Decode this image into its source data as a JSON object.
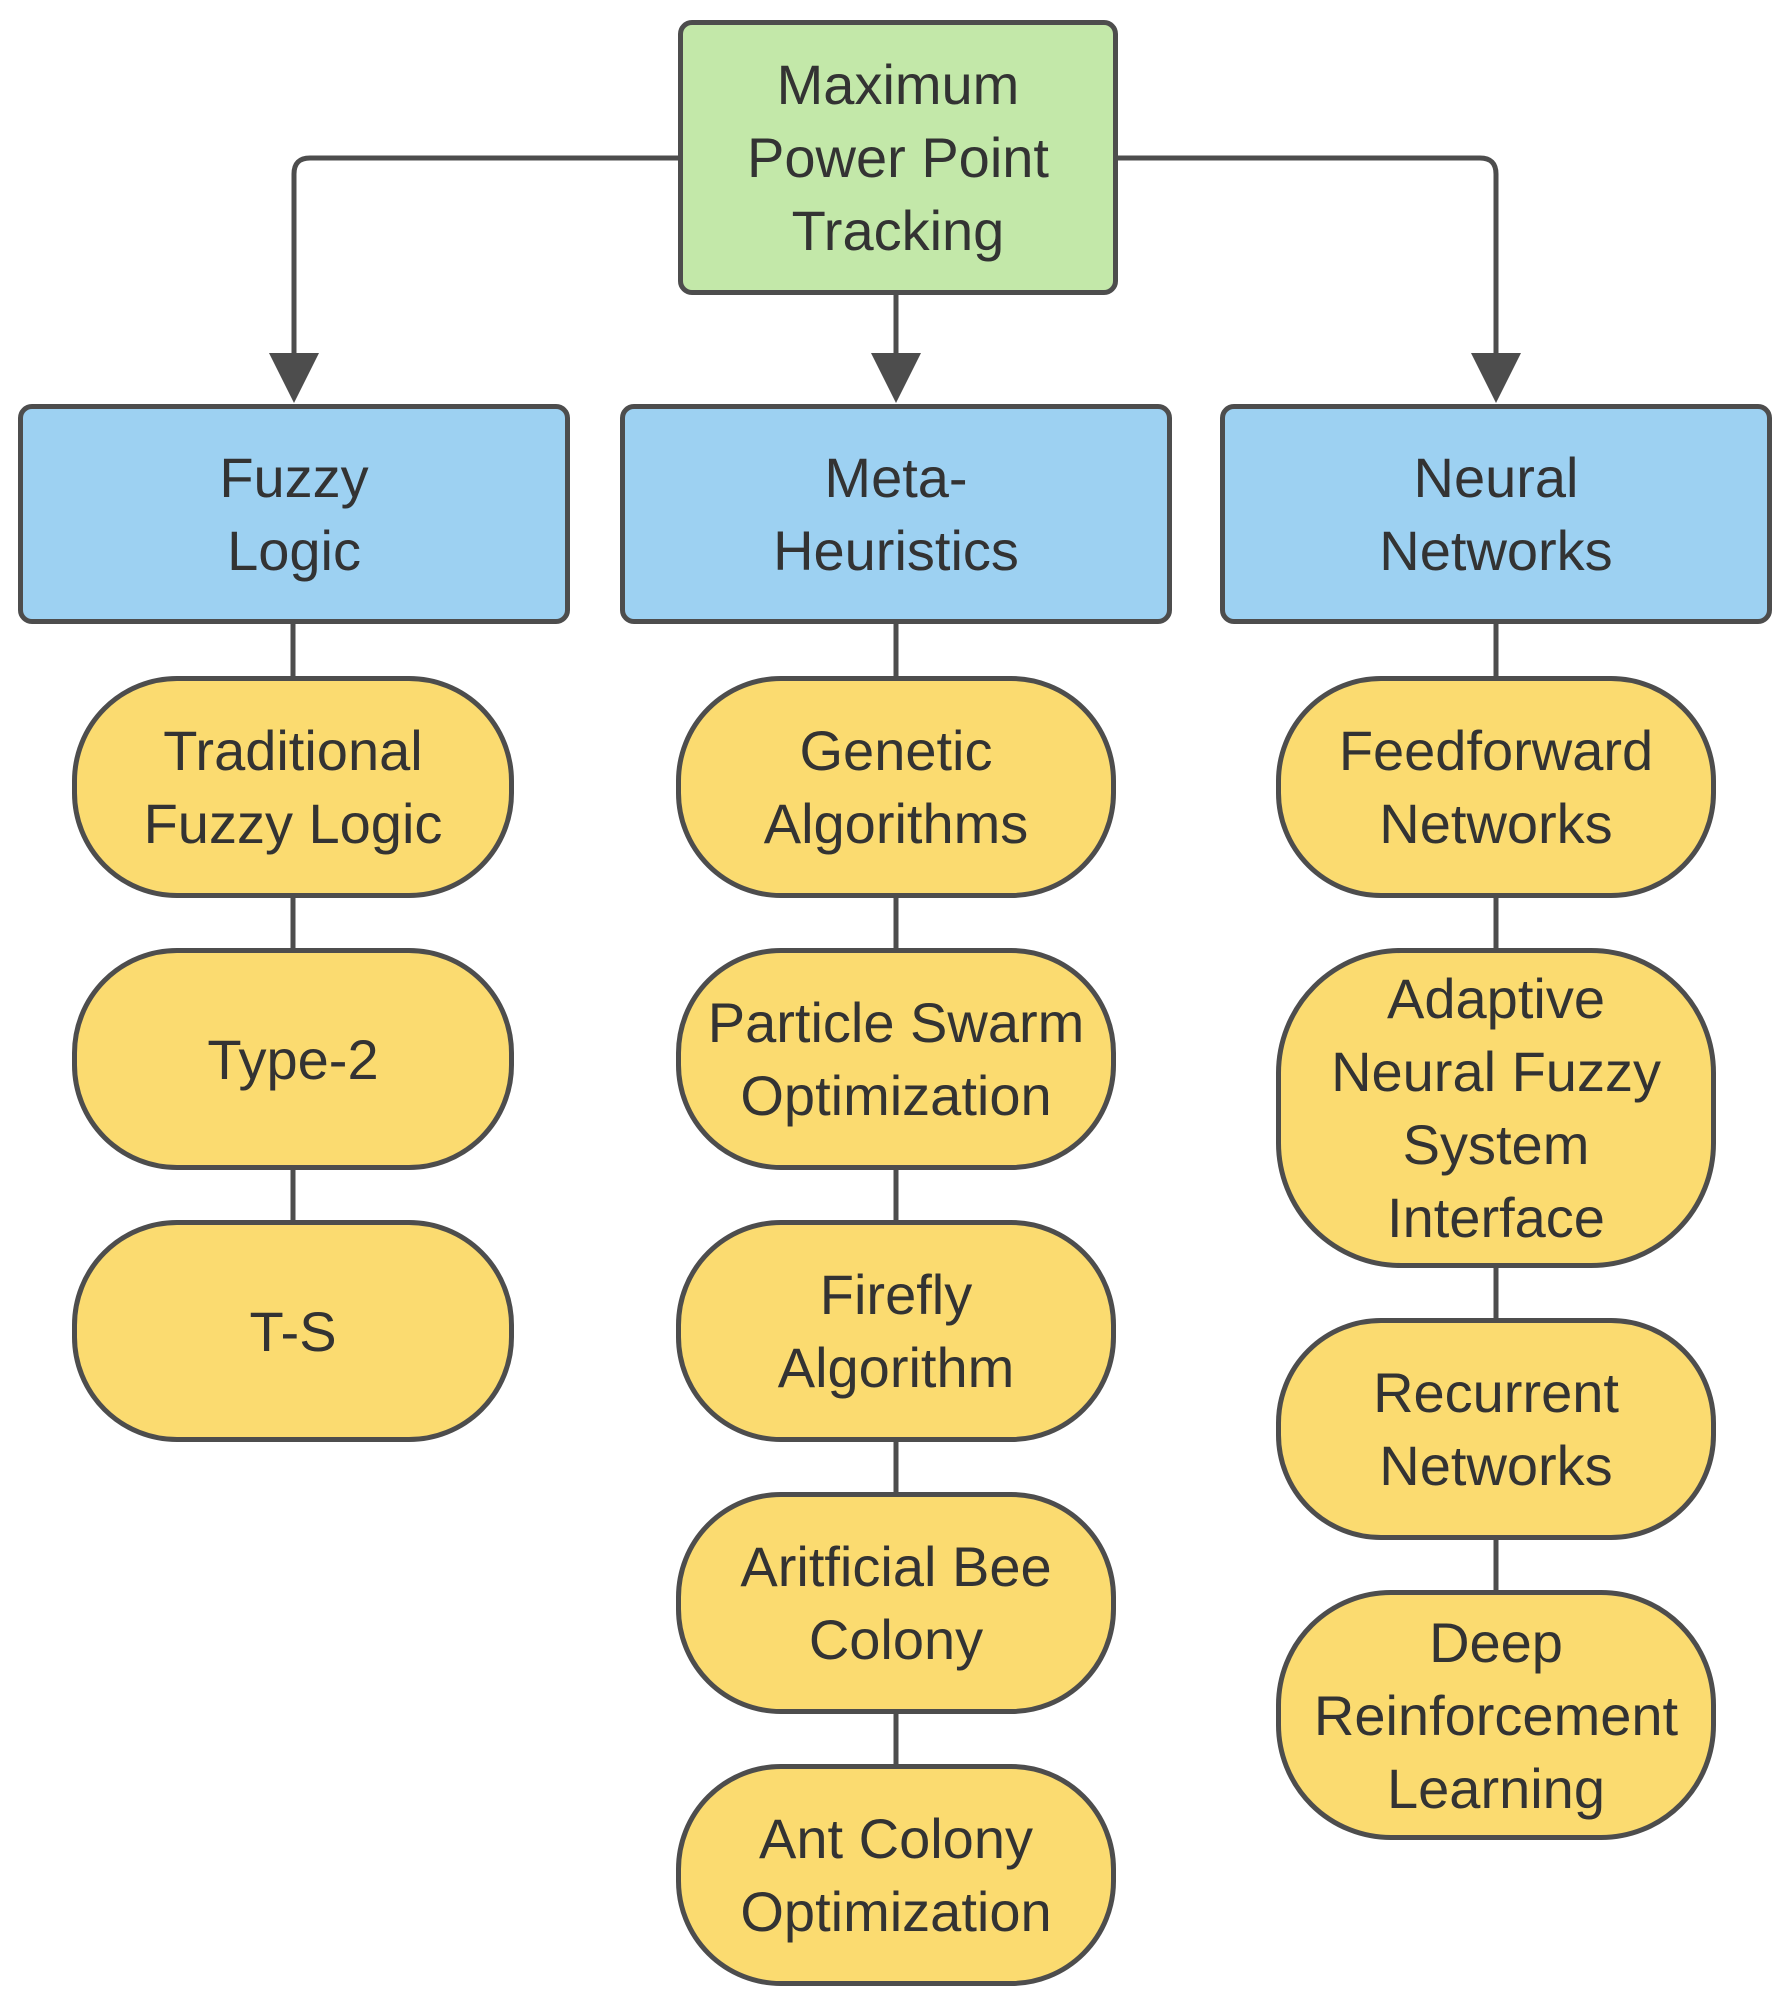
{
  "root": {
    "lines": [
      "Maximum",
      "Power Point",
      "Tracking"
    ],
    "color": "#c3e8a9"
  },
  "categories": [
    {
      "lines": [
        "Fuzzy",
        "Logic"
      ],
      "children": [
        {
          "lines": [
            "Traditional",
            "Fuzzy Logic"
          ]
        },
        {
          "lines": [
            "Type-2"
          ]
        },
        {
          "lines": [
            "T-S"
          ]
        }
      ]
    },
    {
      "lines": [
        "Meta-",
        "Heuristics"
      ],
      "children": [
        {
          "lines": [
            "Genetic",
            "Algorithms"
          ]
        },
        {
          "lines": [
            "Particle Swarm",
            "Optimization"
          ]
        },
        {
          "lines": [
            "Firefly",
            "Algorithm"
          ]
        },
        {
          "lines": [
            "Aritficial Bee",
            "Colony"
          ]
        },
        {
          "lines": [
            "Ant Colony",
            "Optimization"
          ]
        }
      ]
    },
    {
      "lines": [
        "Neural",
        "Networks"
      ],
      "children": [
        {
          "lines": [
            "Feedforward",
            "Networks"
          ]
        },
        {
          "lines": [
            "Adaptive",
            "Neural Fuzzy",
            "System",
            "Interface"
          ]
        },
        {
          "lines": [
            "Recurrent",
            "Networks"
          ]
        },
        {
          "lines": [
            "Deep",
            "Reinforcement",
            "Learning"
          ]
        }
      ]
    }
  ],
  "colors": {
    "root_fill": "#c3e8a9",
    "category_fill": "#9dd1f2",
    "leaf_fill": "#fbdb70",
    "stroke": "#4d4d4d",
    "text": "#333333"
  }
}
